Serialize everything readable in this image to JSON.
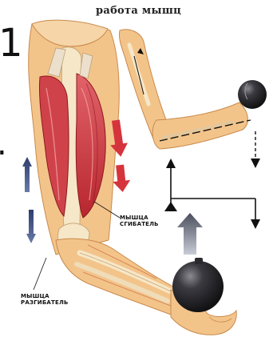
{
  "diagram": {
    "title": "работа мышц",
    "labels": {
      "flexor_line1": "МЫШЦА",
      "flexor_line2": "СГИБАТЕЛЬ",
      "extensor_line1": "МЫШЦА",
      "extensor_line2": "РАЗГИБАТЕЛЬ"
    },
    "edge_marks": {
      "top_left": "1",
      "mid_left": "."
    },
    "colors": {
      "skin": "#f3c48a",
      "skin_dark": "#d99a55",
      "bone": "#f6e7c8",
      "muscle": "#c8323a",
      "muscle_light": "#e07a70",
      "tendon": "#e8d8c0",
      "flex_arrow": "#d6343c",
      "ext_arrow": "#3a4a7a",
      "ball": "#2a2a2e",
      "lever": "#111111",
      "up_arrow": "#6a6e7e"
    }
  }
}
